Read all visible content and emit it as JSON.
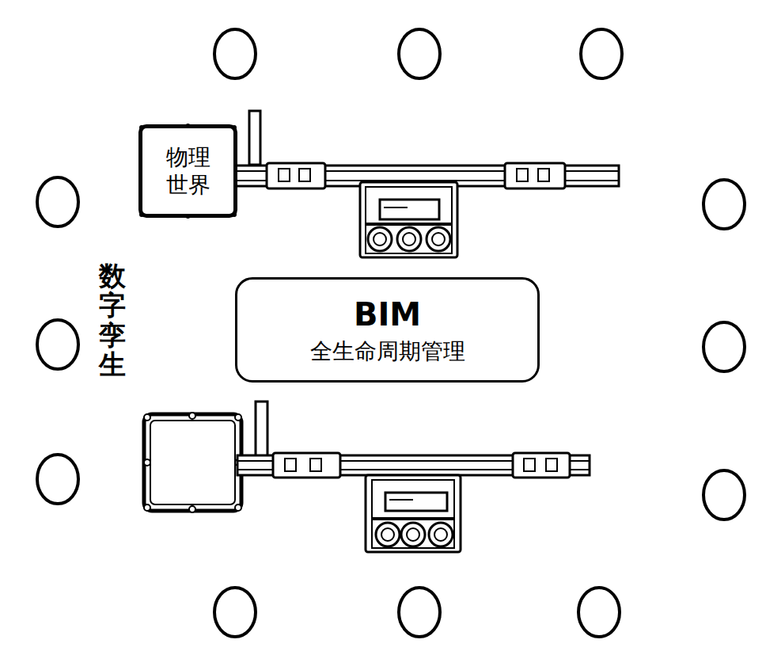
{
  "diagram": {
    "nodes": [
      {
        "text": [
          "物理 世界"
        ]
      },
      {
        "text": [
          "BIM",
          "全生命周期管理"
        ]
      }
    ],
    "labels": [
      "数字孪生"
    ]
  }
}
